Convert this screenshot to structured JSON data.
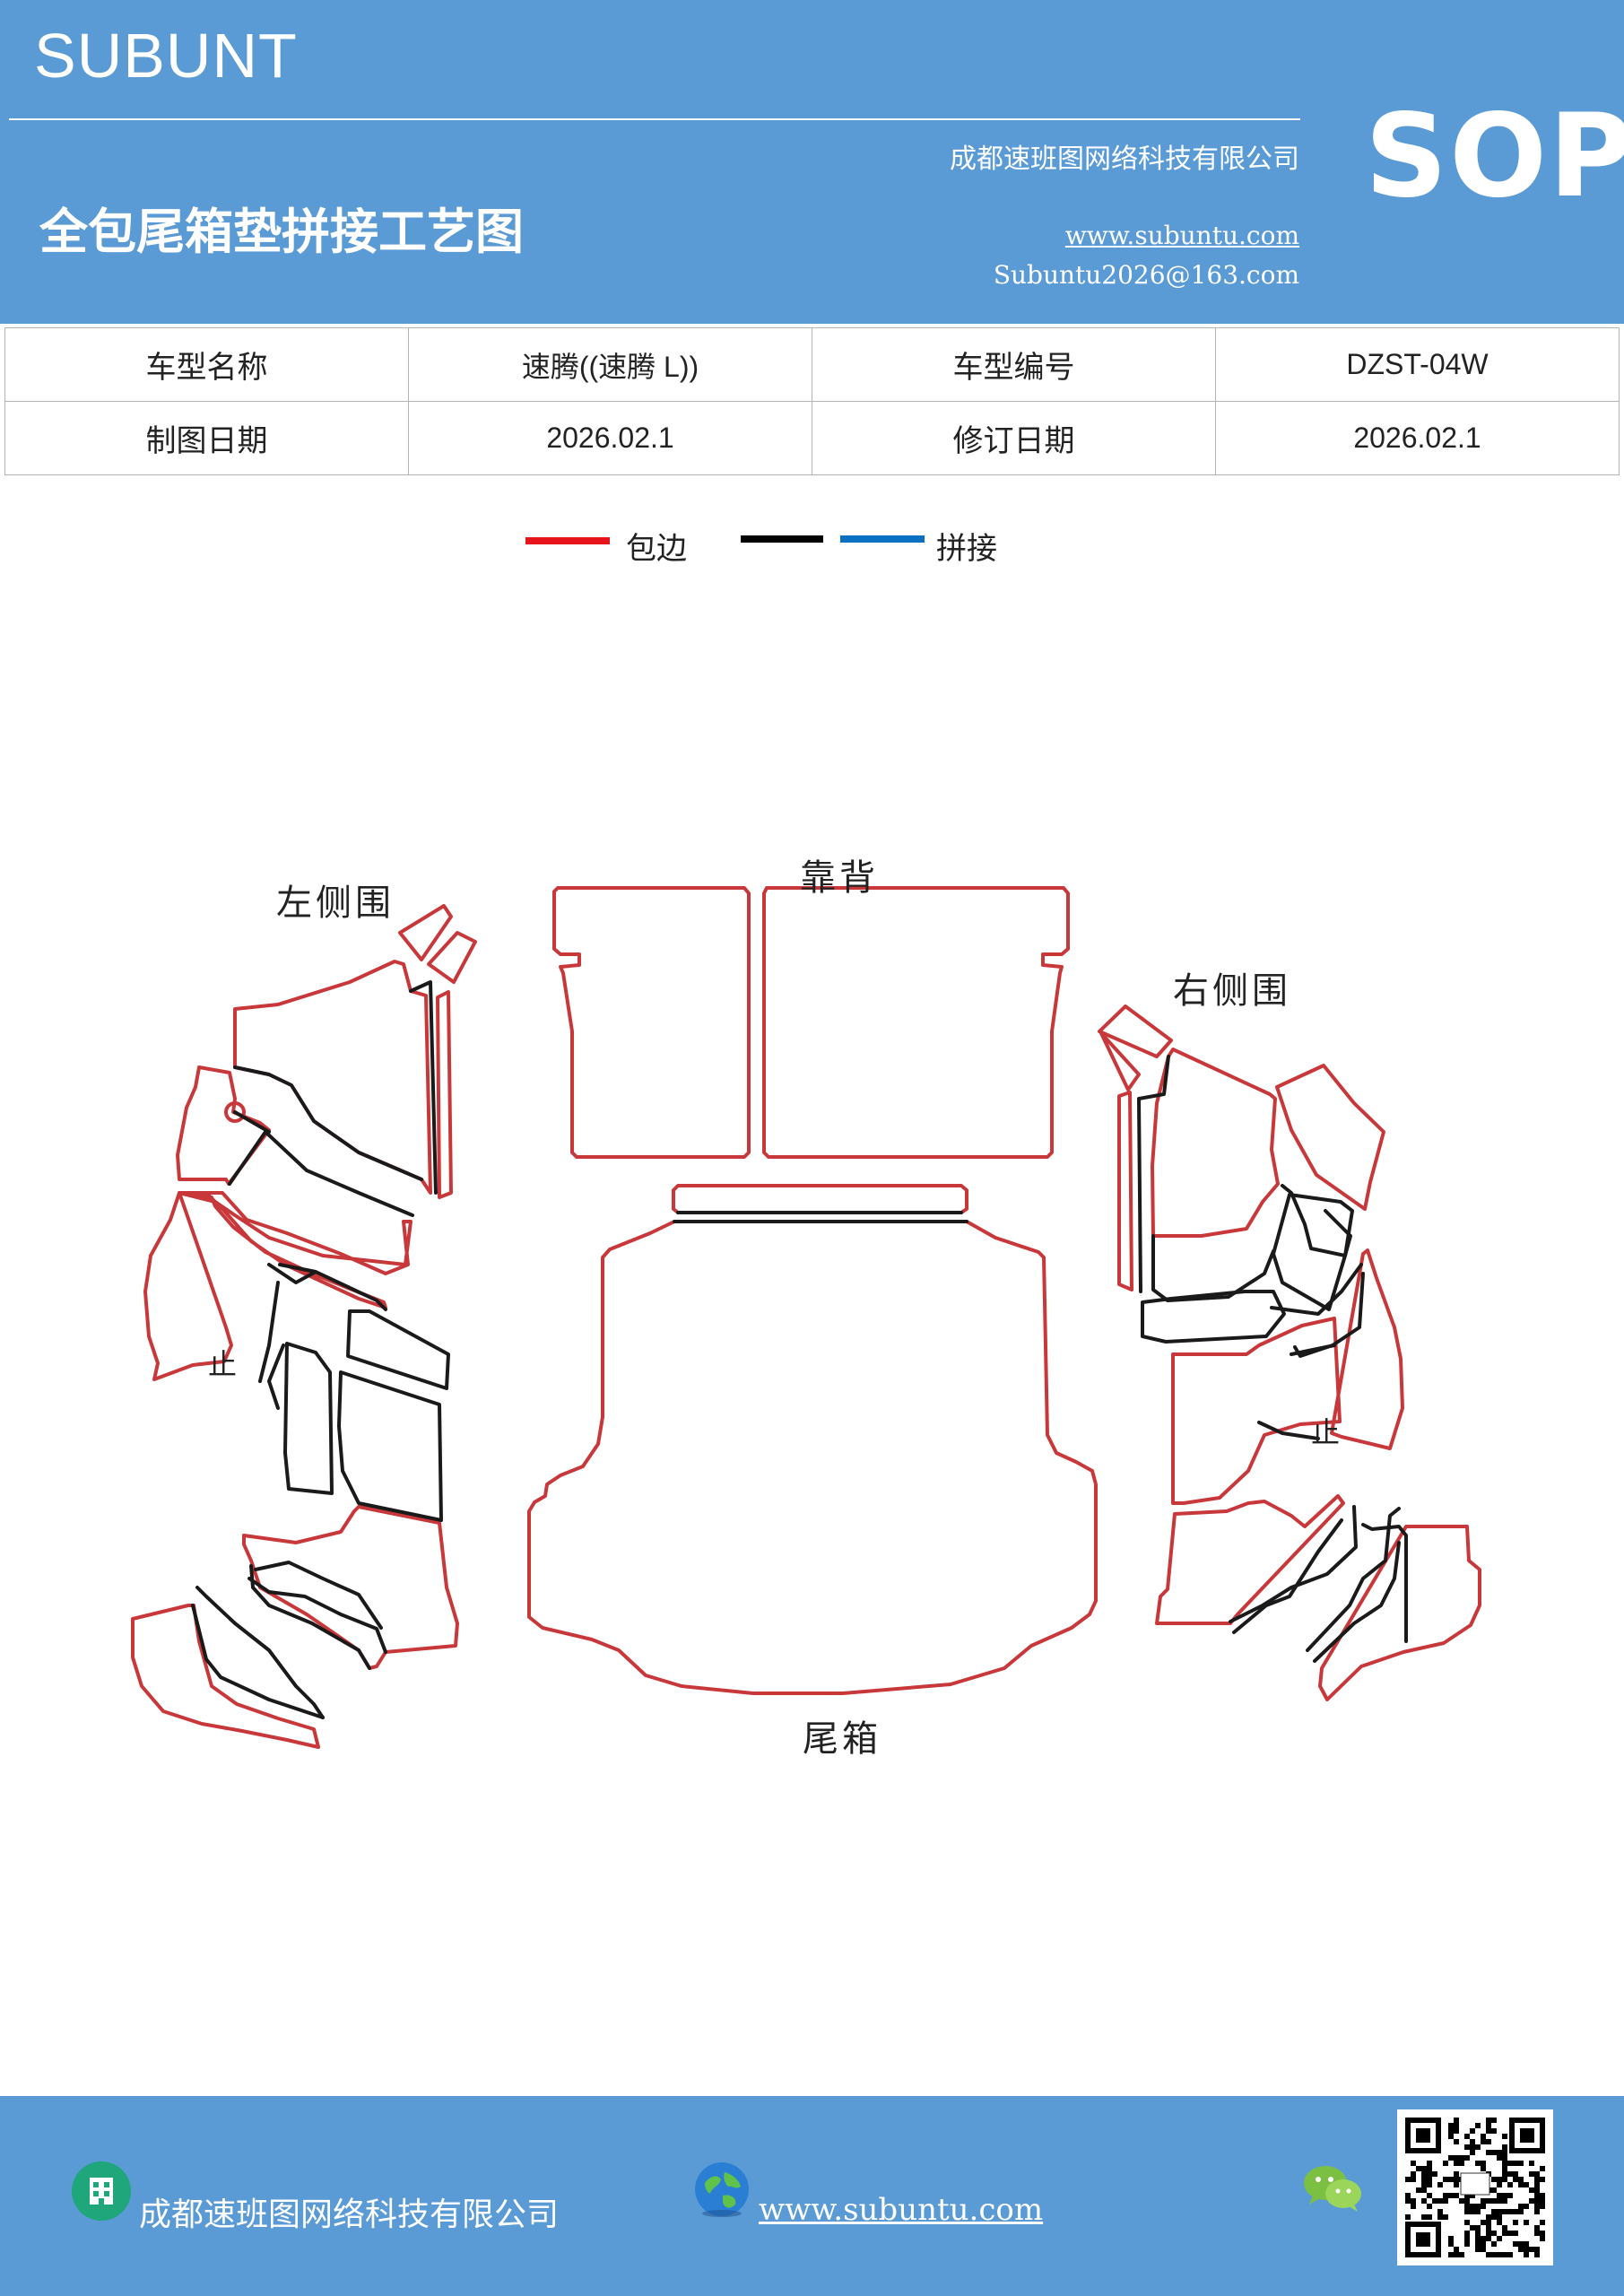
{
  "header": {
    "brand": "SUBUNT",
    "company": "成都速班图网络科技有限公司",
    "title": "全包尾箱垫拼接工艺图",
    "website": "www.subuntu.com",
    "email": "Subuntu2026@163.com",
    "badge": "SOP"
  },
  "info_table": {
    "rows": [
      {
        "label1": "车型名称",
        "value1": "速腾((速腾 L))",
        "label2": "车型编号",
        "value2": "DZST-04W"
      },
      {
        "label1": "制图日期",
        "value1": "2026.02.1",
        "label2": "修订日期",
        "value2": "2026.02.1"
      }
    ]
  },
  "legend": {
    "items": [
      {
        "label": "包边",
        "colors": [
          "#e8141b"
        ]
      },
      {
        "label": "拼接",
        "colors": [
          "#000000",
          "#0a70c2"
        ]
      }
    ]
  },
  "diagram": {
    "edge_color": "#c8383a",
    "seam_color": "#1a1a1a",
    "labels": {
      "left_side": "左侧围",
      "backrest": "靠背",
      "right_side": "右侧围",
      "trunk": "尾箱",
      "stop_left": "止",
      "stop_right": "止"
    }
  },
  "footer": {
    "company": "成都速班图网络科技有限公司",
    "website": "www.subuntu.com",
    "icons": [
      "building-icon",
      "globe-icon",
      "wechat-icon",
      "qr-code"
    ]
  }
}
